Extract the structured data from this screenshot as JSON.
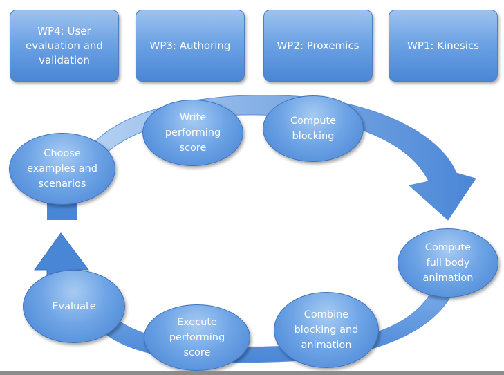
{
  "work_packages": [
    {
      "id": "wp4",
      "label": "WP4: User\nevaluation and\nvalidation"
    },
    {
      "id": "wp3",
      "label": "WP3: Authoring"
    },
    {
      "id": "wp2",
      "label": "WP2: Proxemics"
    },
    {
      "id": "wp1",
      "label": "WP1: Kinesics"
    }
  ],
  "cycle_steps": [
    {
      "id": "write-performing-score",
      "label": "Write\nperforming\nscore"
    },
    {
      "id": "compute-blocking",
      "label": "Compute\nblocking"
    },
    {
      "id": "compute-full-body-animation",
      "label": "Compute\nfull body\nanimation"
    },
    {
      "id": "combine-blocking-animation",
      "label": "Combine\nblocking and\nanimation"
    },
    {
      "id": "execute-performing-score",
      "label": "Execute\nperforming\nscore"
    },
    {
      "id": "evaluate",
      "label": "Evaluate"
    },
    {
      "id": "choose-examples-scenarios",
      "label": "Choose\nexamples and\nscenarios"
    }
  ],
  "colors": {
    "box_fill": "#6ea3e4",
    "node_fill": "#6fa5e6",
    "arrow_fill": "#4a86d6",
    "arrow_light": "#a9c9ef",
    "text": "#ffffff"
  }
}
